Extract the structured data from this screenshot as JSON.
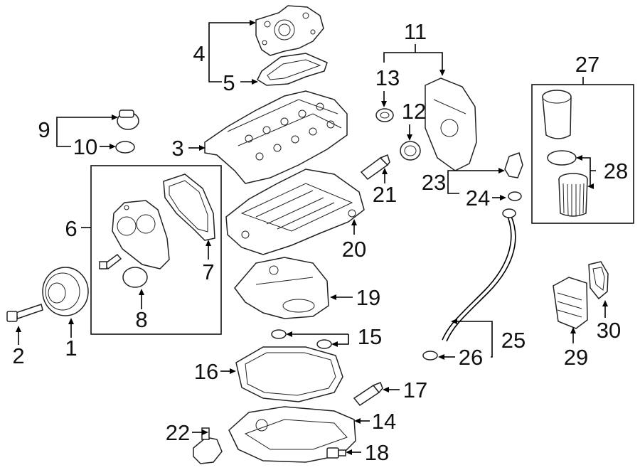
{
  "callouts": {
    "n1": "1",
    "n2": "2",
    "n3": "3",
    "n4": "4",
    "n5": "5",
    "n6": "6",
    "n7": "7",
    "n8": "8",
    "n9": "9",
    "n10": "10",
    "n11": "11",
    "n12": "12",
    "n13": "13",
    "n14": "14",
    "n15": "15",
    "n16": "16",
    "n17": "17",
    "n18": "18",
    "n19": "19",
    "n20": "20",
    "n21": "21",
    "n22": "22",
    "n23": "23",
    "n24": "24",
    "n25": "25",
    "n26": "26",
    "n27": "27",
    "n28": "28",
    "n29": "29",
    "n30": "30"
  }
}
